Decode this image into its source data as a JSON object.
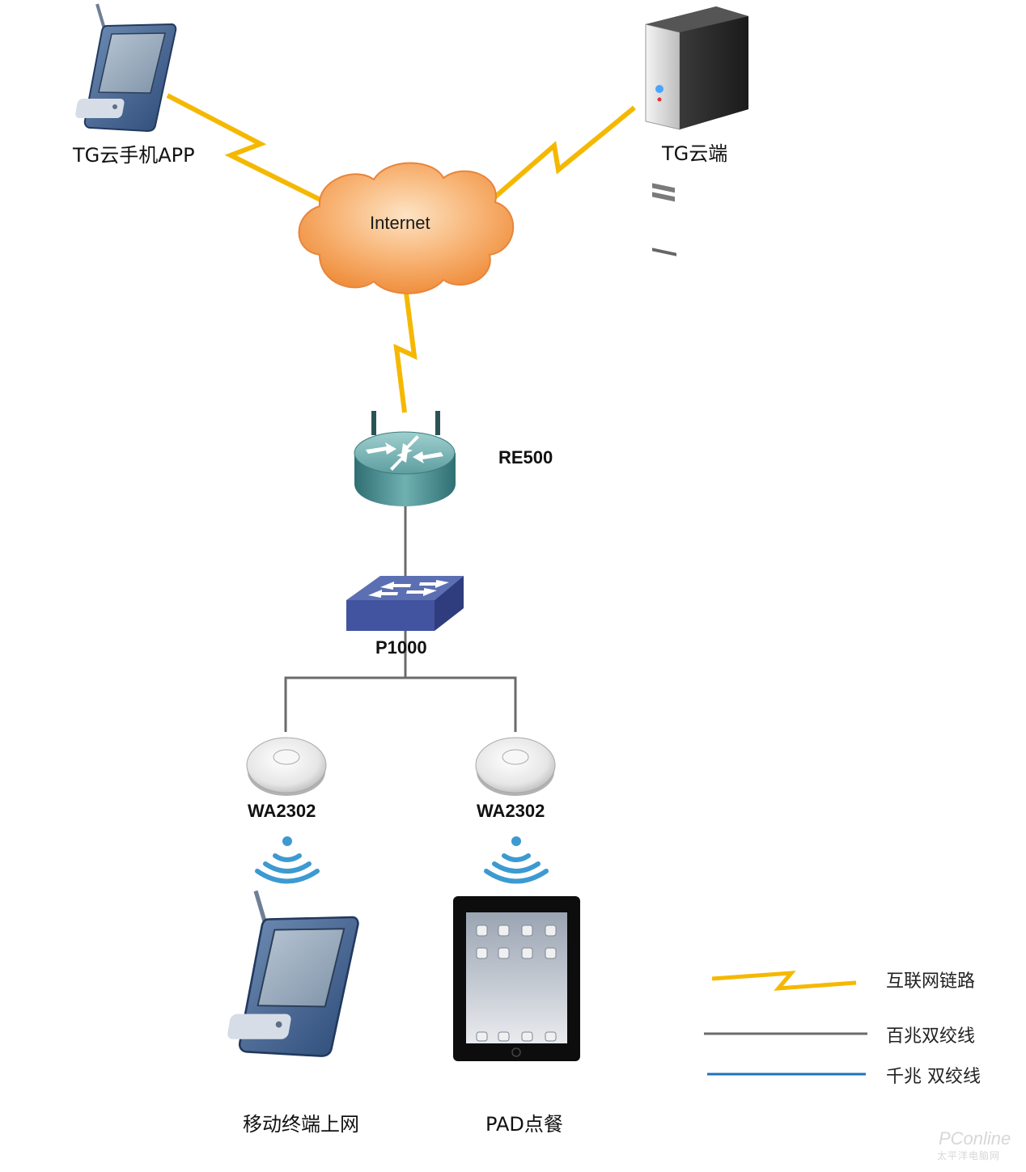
{
  "nodes": {
    "mobile_app": {
      "label": "TG云手机APP",
      "icon": "pda-icon"
    },
    "cloud_server": {
      "label": "TG云端",
      "icon": "server-icon"
    },
    "internet": {
      "label": "Internet",
      "icon": "cloud-icon"
    },
    "router": {
      "label": "RE500",
      "icon": "router-icon"
    },
    "switch": {
      "label": "P1000",
      "icon": "switch-icon"
    },
    "ap_left": {
      "label": "WA2302",
      "icon": "access-point-icon"
    },
    "ap_right": {
      "label": "WA2302",
      "icon": "access-point-icon"
    },
    "mobile_terminal": {
      "label": "移动终端上网",
      "icon": "pda-icon"
    },
    "pad": {
      "label": "PAD点餐",
      "icon": "tablet-icon"
    }
  },
  "legend": {
    "items": [
      {
        "label": "互联网链路",
        "style": "lightning",
        "color": "#f5b800"
      },
      {
        "label": "百兆双绞线",
        "style": "line",
        "color": "#6b6b6b"
      },
      {
        "label": "千兆 双绞线",
        "style": "line",
        "color": "#1f72b8"
      }
    ]
  },
  "watermark": {
    "logo": "PConline",
    "subtitle": "太平洋电脑网"
  },
  "colors": {
    "internet_link": "#f5b800",
    "cable_100m": "#6b6b6b",
    "cable_1000m": "#1f72b8",
    "cloud_fill": "#f7a35c",
    "wifi": "#3d9ad1"
  }
}
